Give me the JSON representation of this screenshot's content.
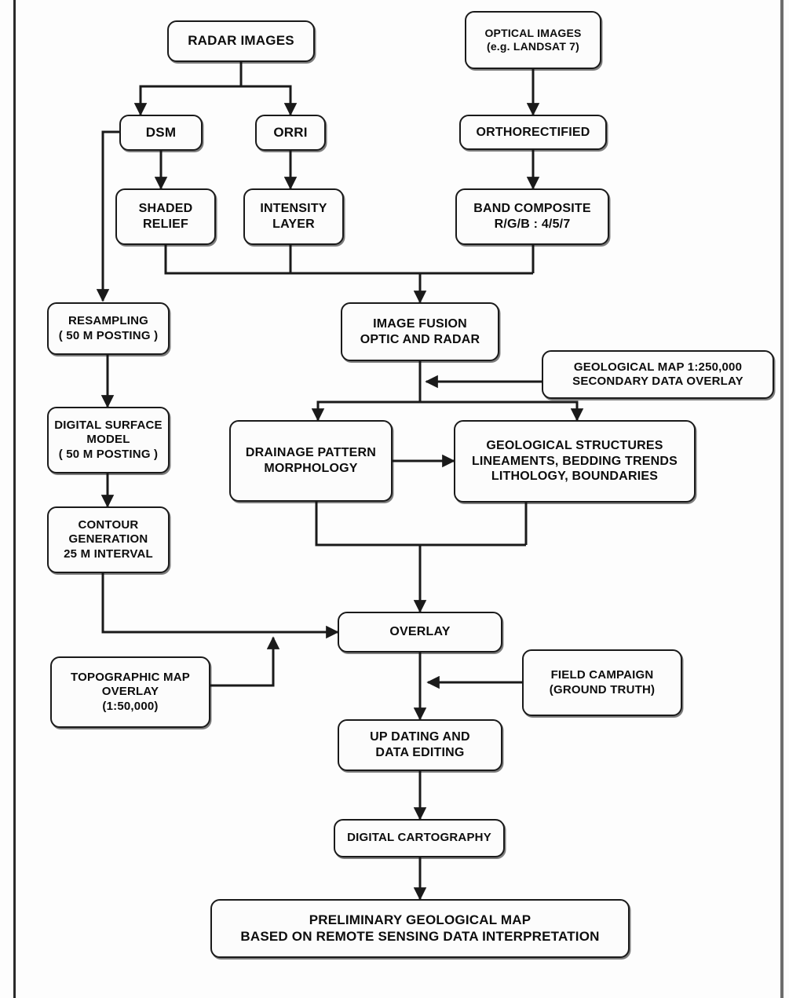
{
  "diagram": {
    "title": "Geological mapping workflow from radar and optical remote sensing data",
    "colors": {
      "node_border": "#1a1a1a",
      "node_fill": "#fcfcfc",
      "edge": "#1a1a1a",
      "page_background": "#fdfdfd",
      "frame_left": "#2a2a2a",
      "frame_right": "#6d6d6d"
    },
    "nodes": [
      {
        "id": "radar_images",
        "label": "RADAR IMAGES"
      },
      {
        "id": "optical_images",
        "label": "OPTICAL IMAGES\n(e.g. LANDSAT 7)"
      },
      {
        "id": "dsm",
        "label": "DSM"
      },
      {
        "id": "orri",
        "label": "ORRI"
      },
      {
        "id": "orthorectified",
        "label": "ORTHORECTIFIED"
      },
      {
        "id": "shaded_relief",
        "label": "SHADED\nRELIEF"
      },
      {
        "id": "intensity_layer",
        "label": "INTENSITY\nLAYER"
      },
      {
        "id": "band_composite",
        "label": "BAND COMPOSITE\nR/G/B : 4/5/7"
      },
      {
        "id": "resampling",
        "label": "RESAMPLING\n( 50 M POSTING )"
      },
      {
        "id": "image_fusion",
        "label": "IMAGE FUSION\nOPTIC AND RADAR"
      },
      {
        "id": "geological_map_250k",
        "label": "GEOLOGICAL MAP 1:250,000\nSECONDARY DATA OVERLAY"
      },
      {
        "id": "digital_surface_model",
        "label": "DIGITAL SURFACE\nMODEL\n( 50 M POSTING )"
      },
      {
        "id": "drainage_pattern",
        "label": "DRAINAGE PATTERN\nMORPHOLOGY"
      },
      {
        "id": "geological_structures",
        "label": "GEOLOGICAL STRUCTURES\nLINEAMENTS, BEDDING TRENDS\nLITHOLOGY, BOUNDARIES"
      },
      {
        "id": "contour_generation",
        "label": "CONTOUR\nGENERATION\n25 M INTERVAL"
      },
      {
        "id": "overlay",
        "label": "OVERLAY"
      },
      {
        "id": "topographic_map",
        "label": "TOPOGRAPHIC MAP\nOVERLAY\n(1:50,000)"
      },
      {
        "id": "field_campaign",
        "label": "FIELD CAMPAIGN\n(GROUND TRUTH)"
      },
      {
        "id": "updating_editing",
        "label": "UP DATING AND\nDATA EDITING"
      },
      {
        "id": "digital_cartography",
        "label": "DIGITAL CARTOGRAPHY"
      },
      {
        "id": "preliminary_map",
        "label": "PRELIMINARY GEOLOGICAL MAP\nBASED ON REMOTE SENSING DATA INTERPRETATION"
      }
    ],
    "edges": [
      {
        "from": "radar_images",
        "to": "dsm"
      },
      {
        "from": "radar_images",
        "to": "orri"
      },
      {
        "from": "optical_images",
        "to": "orthorectified"
      },
      {
        "from": "dsm",
        "to": "shaded_relief"
      },
      {
        "from": "dsm",
        "to": "resampling"
      },
      {
        "from": "orri",
        "to": "intensity_layer"
      },
      {
        "from": "orthorectified",
        "to": "band_composite"
      },
      {
        "from": "shaded_relief",
        "to": "image_fusion"
      },
      {
        "from": "intensity_layer",
        "to": "image_fusion"
      },
      {
        "from": "band_composite",
        "to": "image_fusion"
      },
      {
        "from": "resampling",
        "to": "digital_surface_model"
      },
      {
        "from": "digital_surface_model",
        "to": "contour_generation"
      },
      {
        "from": "image_fusion",
        "to": "drainage_pattern"
      },
      {
        "from": "image_fusion",
        "to": "geological_structures"
      },
      {
        "from": "geological_map_250k",
        "to": "image_fusion"
      },
      {
        "from": "drainage_pattern",
        "to": "geological_structures"
      },
      {
        "from": "drainage_pattern",
        "to": "overlay"
      },
      {
        "from": "geological_structures",
        "to": "overlay"
      },
      {
        "from": "contour_generation",
        "to": "overlay"
      },
      {
        "from": "topographic_map",
        "to": "overlay"
      },
      {
        "from": "overlay",
        "to": "updating_editing"
      },
      {
        "from": "field_campaign",
        "to": "updating_editing"
      },
      {
        "from": "updating_editing",
        "to": "digital_cartography"
      },
      {
        "from": "digital_cartography",
        "to": "preliminary_map"
      }
    ]
  }
}
